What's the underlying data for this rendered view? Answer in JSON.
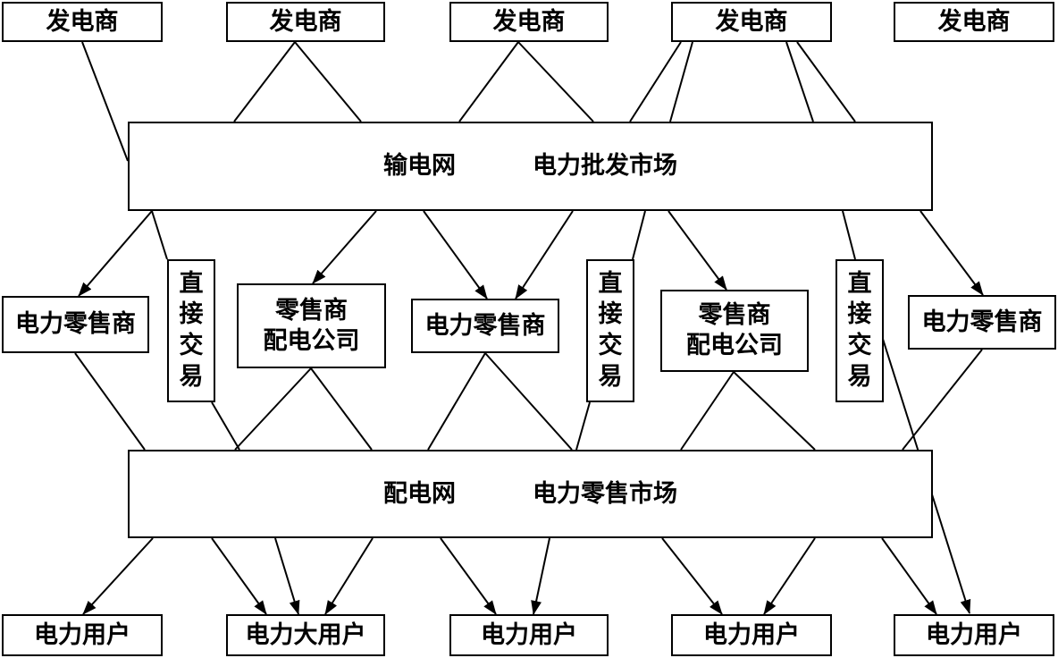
{
  "generators": [
    "发电商",
    "发电商",
    "发电商",
    "发电商",
    "发电商"
  ],
  "transmission": {
    "left": "输电网",
    "right": "电力批发市场"
  },
  "distribution": {
    "left": "配电网",
    "right": "电力零售市场"
  },
  "retailers": [
    "电力零售商",
    "电力零售商",
    "电力零售商"
  ],
  "distribution_companies": [
    {
      "line1": "零售商",
      "line2": "配电公司"
    },
    {
      "line1": "零售商",
      "line2": "配电公司"
    }
  ],
  "direct_trade": [
    {
      "chars": [
        "直",
        "接",
        "交",
        "易"
      ]
    },
    {
      "chars": [
        "直",
        "接",
        "交",
        "易"
      ]
    },
    {
      "chars": [
        "直",
        "接",
        "交",
        "易"
      ]
    }
  ],
  "users": [
    "电力用户",
    "电力大用户",
    "电力用户",
    "电力用户",
    "电力用户"
  ]
}
